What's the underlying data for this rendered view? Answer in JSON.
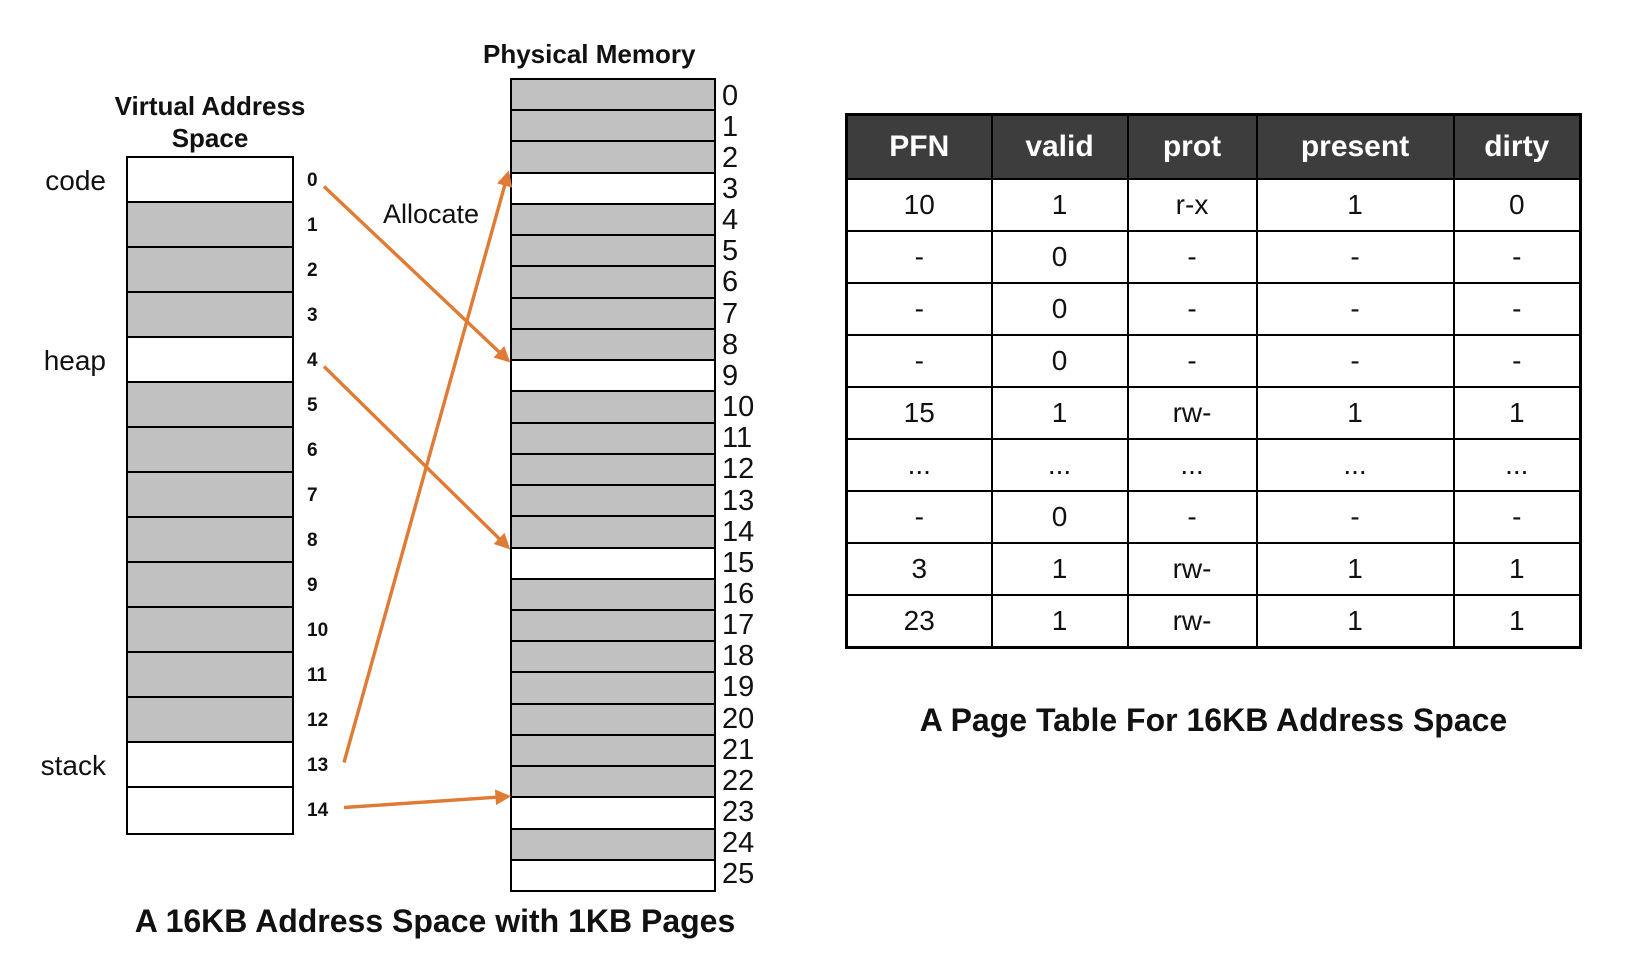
{
  "colors": {
    "arrow_orange": "#DF7B35",
    "cell_gray": "#C1C1C1",
    "table_header_bg": "#3D3D3D",
    "border_black": "#000000"
  },
  "left_diagram": {
    "vas": {
      "title_line1": "Virtual Address",
      "title_line2": "Space",
      "cells": [
        {
          "vpn": "0",
          "shaded": false
        },
        {
          "vpn": "1",
          "shaded": true
        },
        {
          "vpn": "2",
          "shaded": true
        },
        {
          "vpn": "3",
          "shaded": true
        },
        {
          "vpn": "4",
          "shaded": false
        },
        {
          "vpn": "5",
          "shaded": true
        },
        {
          "vpn": "6",
          "shaded": true
        },
        {
          "vpn": "7",
          "shaded": true
        },
        {
          "vpn": "8",
          "shaded": true
        },
        {
          "vpn": "9",
          "shaded": true
        },
        {
          "vpn": "10",
          "shaded": true
        },
        {
          "vpn": "11",
          "shaded": true
        },
        {
          "vpn": "12",
          "shaded": true
        },
        {
          "vpn": "13",
          "shaded": false
        },
        {
          "vpn": "14",
          "shaded": false
        }
      ],
      "segment_labels": [
        {
          "text": "code",
          "cell": 0
        },
        {
          "text": "heap",
          "cell": 4
        },
        {
          "text": "stack",
          "cell": 13
        }
      ]
    },
    "pm": {
      "title": "Physical Memory",
      "cells": [
        {
          "pfn": "0",
          "shaded": true
        },
        {
          "pfn": "1",
          "shaded": true
        },
        {
          "pfn": "2",
          "shaded": true
        },
        {
          "pfn": "3",
          "shaded": false
        },
        {
          "pfn": "4",
          "shaded": true
        },
        {
          "pfn": "5",
          "shaded": true
        },
        {
          "pfn": "6",
          "shaded": true
        },
        {
          "pfn": "7",
          "shaded": true
        },
        {
          "pfn": "8",
          "shaded": true
        },
        {
          "pfn": "9",
          "shaded": false
        },
        {
          "pfn": "10",
          "shaded": true
        },
        {
          "pfn": "11",
          "shaded": true
        },
        {
          "pfn": "12",
          "shaded": true
        },
        {
          "pfn": "13",
          "shaded": true
        },
        {
          "pfn": "14",
          "shaded": true
        },
        {
          "pfn": "15",
          "shaded": false
        },
        {
          "pfn": "16",
          "shaded": true
        },
        {
          "pfn": "17",
          "shaded": true
        },
        {
          "pfn": "18",
          "shaded": true
        },
        {
          "pfn": "19",
          "shaded": true
        },
        {
          "pfn": "20",
          "shaded": true
        },
        {
          "pfn": "21",
          "shaded": true
        },
        {
          "pfn": "22",
          "shaded": true
        },
        {
          "pfn": "23",
          "shaded": false
        },
        {
          "pfn": "24",
          "shaded": true
        },
        {
          "pfn": "25",
          "shaded": false
        }
      ]
    },
    "allocate_label": "Allocate",
    "arrows": [
      {
        "vpn": 0,
        "frame": 9
      },
      {
        "vpn": 4,
        "frame": 15
      },
      {
        "vpn": 13,
        "frame": 3
      },
      {
        "vpn": 14,
        "frame": 23
      }
    ],
    "caption": "A 16KB Address Space with 1KB Pages"
  },
  "page_table": {
    "headers": [
      "PFN",
      "valid",
      "prot",
      "present",
      "dirty"
    ],
    "rows": [
      [
        "10",
        "1",
        "r-x",
        "1",
        "0"
      ],
      [
        "-",
        "0",
        "-",
        "-",
        "-"
      ],
      [
        "-",
        "0",
        "-",
        "-",
        "-"
      ],
      [
        "-",
        "0",
        "-",
        "-",
        "-"
      ],
      [
        "15",
        "1",
        "rw-",
        "1",
        "1"
      ],
      [
        "...",
        "...",
        "...",
        "...",
        "..."
      ],
      [
        "-",
        "0",
        "-",
        "-",
        "-"
      ],
      [
        "3",
        "1",
        "rw-",
        "1",
        "1"
      ],
      [
        "23",
        "1",
        "rw-",
        "1",
        "1"
      ]
    ],
    "caption": "A Page Table For 16KB Address Space"
  }
}
